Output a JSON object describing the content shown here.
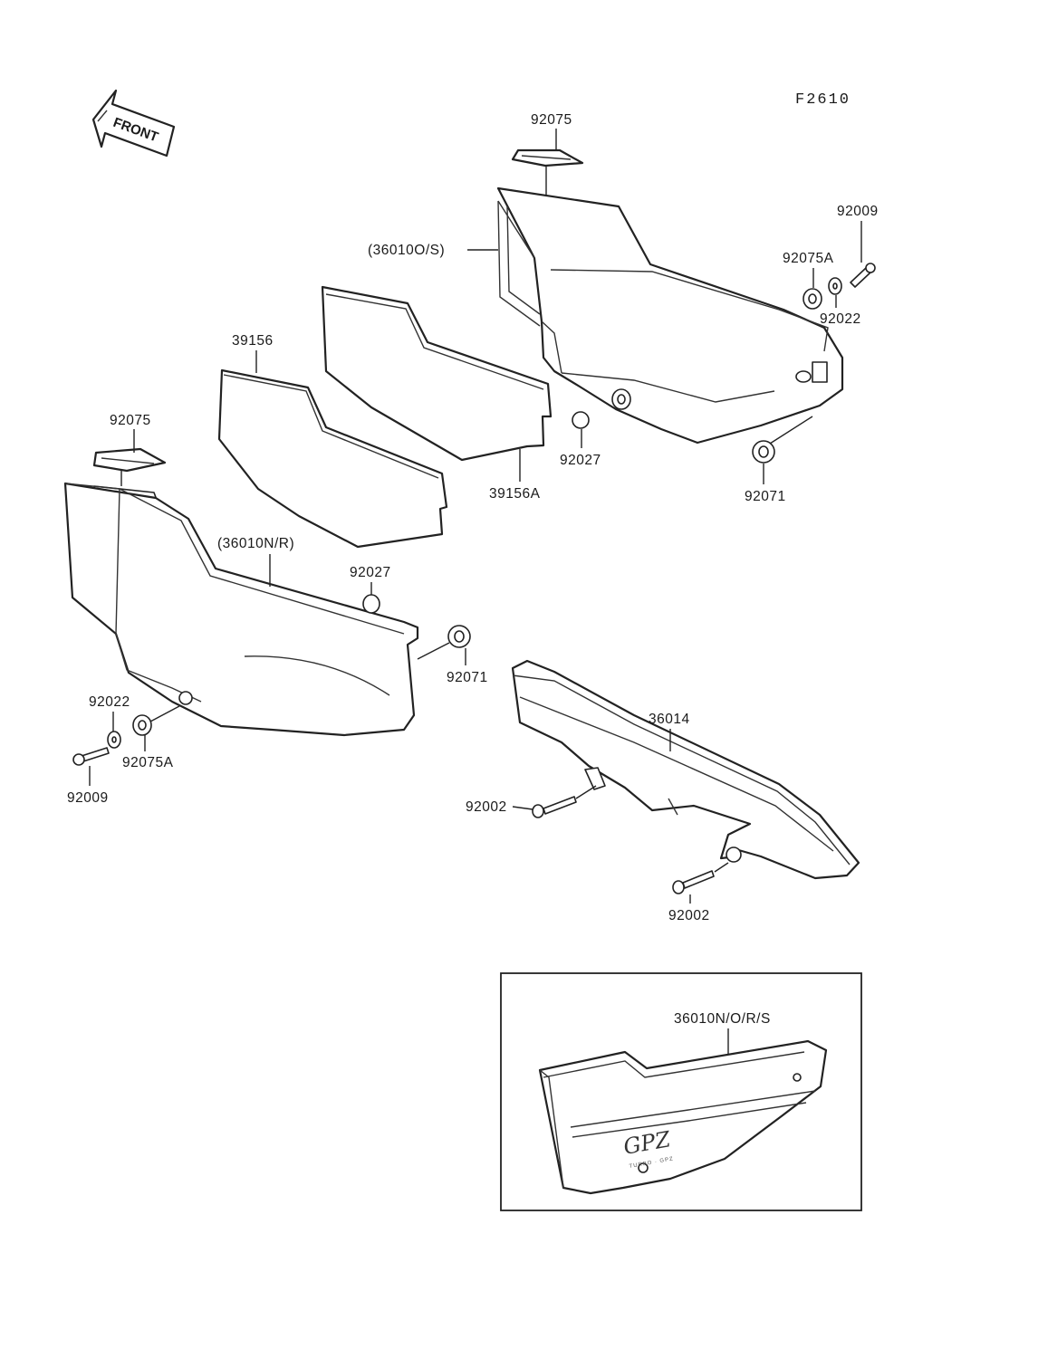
{
  "figure_ref": "F2610",
  "direction_label": "FRONT",
  "parts": {
    "strip_right": "92075",
    "cover_right": "(36010O/S)",
    "bolt_right": "92009",
    "grommet_right": "92075A",
    "washer_right": "92022",
    "collar_right": "92027",
    "damper_right": "92071",
    "pad_front": "39156",
    "pad_rear": "39156A",
    "strip_left": "92075",
    "cover_left": "(36010N/R)",
    "collar_left": "92027",
    "damper_left": "92071",
    "washer_left": "92022",
    "grommet_left": "92075A",
    "bolt_left": "92009",
    "tail_cover": "36014",
    "screw_front": "92002",
    "screw_rear": "92002"
  },
  "inset": {
    "label": "36010N/O/R/S",
    "logo": "GPZ",
    "logo_sub": "TURBO · GPZ"
  }
}
